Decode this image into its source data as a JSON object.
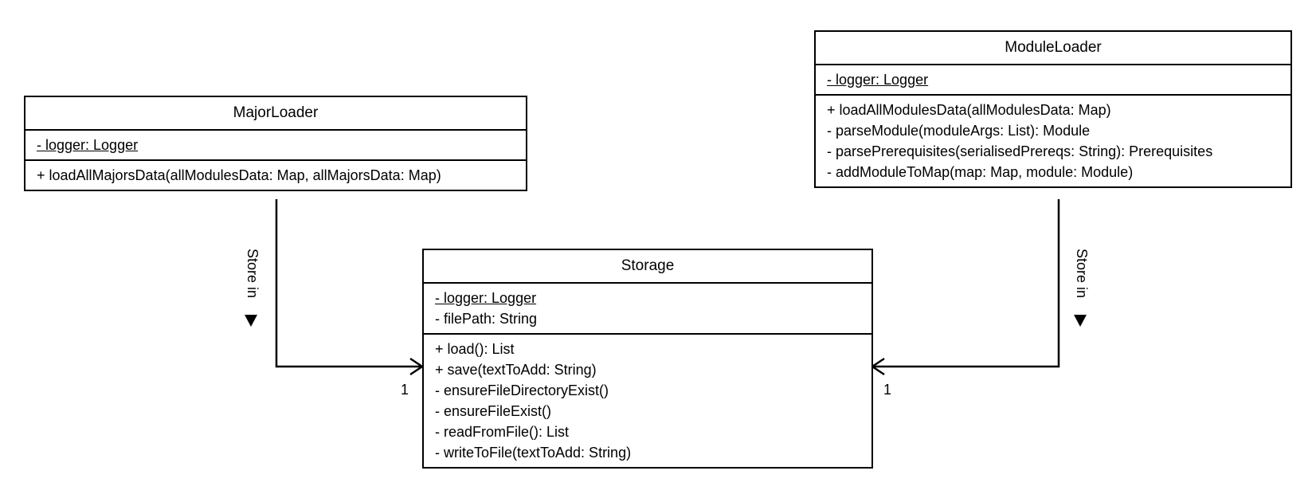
{
  "classes": {
    "major_loader": {
      "name": "MajorLoader",
      "attributes": [
        "- logger: Logger"
      ],
      "methods": [
        "+ loadAllMajorsData(allModulesData: Map, allMajorsData: Map)"
      ]
    },
    "module_loader": {
      "name": "ModuleLoader",
      "attributes": [
        "- logger: Logger"
      ],
      "methods": [
        "+ loadAllModulesData(allModulesData: Map)",
        "- parseModule(moduleArgs: List): Module",
        "- parsePrerequisites(serialisedPrereqs:  String): Prerequisites",
        "- addModuleToMap(map: Map, module: Module)"
      ]
    },
    "storage": {
      "name": "Storage",
      "attributes": [
        "- logger: Logger",
        "- filePath: String"
      ],
      "methods": [
        "+ load(): List",
        "+ save(textToAdd: String)",
        "- ensureFileDirectoryExist()",
        "- ensureFileExist()",
        "- readFromFile(): List",
        "- writeToFile(textToAdd: String)"
      ]
    }
  },
  "relations": {
    "left": {
      "label": "Store in",
      "multiplicity": "1"
    },
    "right": {
      "label": "Store in",
      "multiplicity": "1"
    }
  }
}
